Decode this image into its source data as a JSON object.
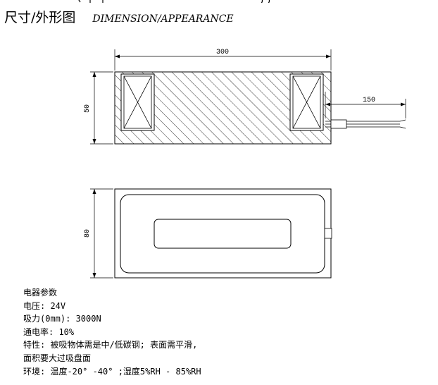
{
  "header": {
    "title_cn": "尺寸/外形图",
    "title_en": "DIMENSION/APPEARANCE"
  },
  "dimensions": {
    "length": "300",
    "height": "50",
    "cable_length": "150",
    "width": "80"
  },
  "specs": {
    "rows": [
      "电器参数",
      "电压: 24V",
      "吸力(0mm): 3000N",
      "通电率: 10%",
      "特性: 被吸物体需是中/低碳钢; 表面需平滑,",
      "面积要大过吸盘面",
      "环境: 温度-20° -40° ;湿度5%RH - 85%RH"
    ]
  }
}
